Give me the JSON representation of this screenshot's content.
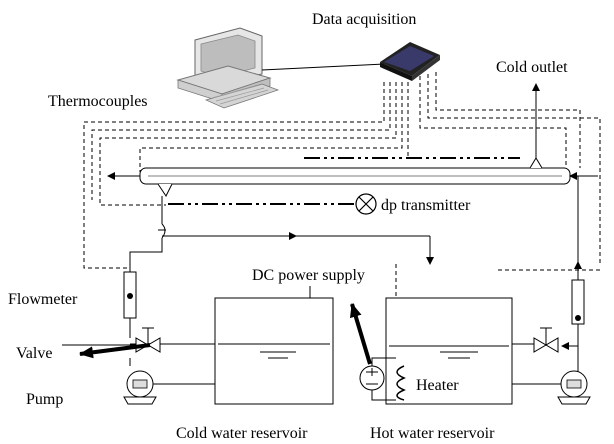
{
  "labels": {
    "data_acquisition": "Data acquisition",
    "cold_outlet": "Cold outlet",
    "thermocouples": "Thermocouples",
    "dp_transmitter": "dp transmitter",
    "dc_power_supply": "DC power supply",
    "flowmeter": "Flowmeter",
    "valve": "Valve",
    "pump": "Pump",
    "heater": "Heater",
    "cold_water_reservoir": "Cold water reservoir",
    "hot_water_reservoir": "Hot water reservoir"
  },
  "icons": {
    "computer": "computer-icon",
    "daq": "data-acquisition-device-icon",
    "pump": "pump-icon",
    "valve": "valve-icon",
    "heater": "heater-coil-icon",
    "power": "power-source-icon"
  }
}
